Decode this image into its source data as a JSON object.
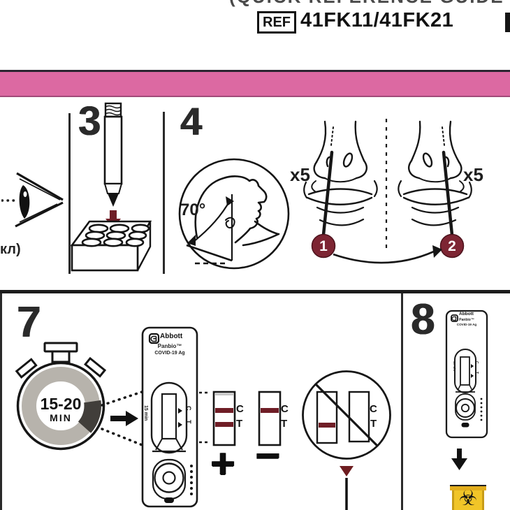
{
  "page": {
    "partial_title": "(QUICK REFERENCE GUIDE",
    "ref_label": "REF",
    "ref_code": "41FK11/41FK21"
  },
  "fragments": {
    "left_edge_text": "кл)"
  },
  "steps": {
    "step3": {
      "number": "3"
    },
    "step4": {
      "number": "4",
      "angle": "70°",
      "swab_count": "x5",
      "nostril_first": "1",
      "nostril_second": "2"
    },
    "step7": {
      "number": "7",
      "timer_value": "15-20",
      "timer_unit": "MIN"
    },
    "step8": {
      "number": "8"
    }
  },
  "cassette": {
    "brand": "Abbott",
    "product": "Panbio™",
    "assay": "COVID-19 Ag",
    "window_time": "15 min",
    "control_label": "C",
    "test_label": "T"
  },
  "results": {
    "positive_symbol": "+",
    "negative_symbol": "−",
    "control_label": "C",
    "test_label": "T"
  },
  "icons": {
    "biohazard": "☣"
  },
  "colors": {
    "pink_band": "#dc69a2",
    "maroon": "#6f1d26",
    "circle_fill": "#7d2533",
    "timer_ring": "#b7b3ac",
    "timer_wedge": "#413e3a",
    "biohazard_yellow": "#f1c528",
    "line": "#1a1a1a"
  }
}
